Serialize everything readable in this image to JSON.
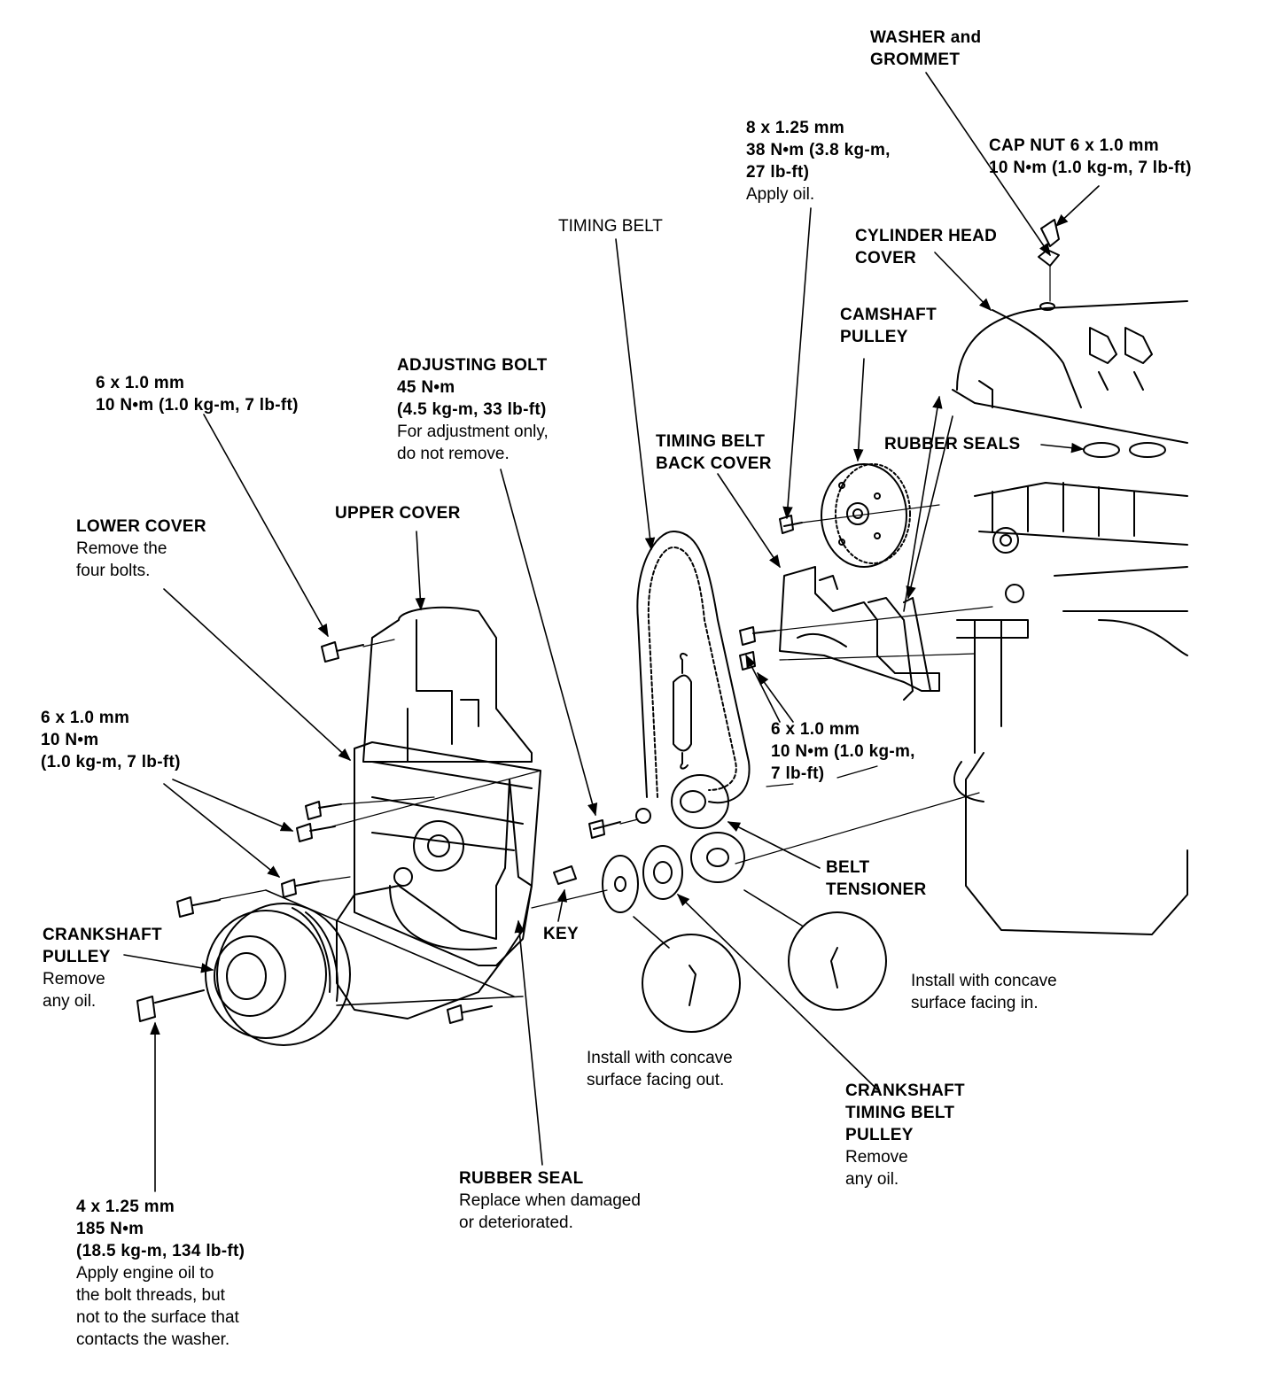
{
  "labels": {
    "washer_grommet": {
      "lines": [
        "WASHER and",
        "GROMMET"
      ]
    },
    "bolt_8x125": {
      "lines": [
        "8 x 1.25 mm",
        "38 N•m  (3.8 kg-m,",
        "27 lb-ft)"
      ],
      "note": [
        "Apply oil."
      ]
    },
    "cap_nut": {
      "lines": [
        "CAP NUT 6 x 1.0 mm",
        "10 N•m  (1.0 kg-m, 7 lb-ft)"
      ]
    },
    "timing_belt": {
      "note": [
        "TIMING BELT"
      ]
    },
    "cylinder_head_cover": {
      "lines": [
        "CYLINDER HEAD",
        "COVER"
      ]
    },
    "camshaft_pulley": {
      "lines": [
        "CAMSHAFT",
        "PULLEY"
      ]
    },
    "adjusting_bolt": {
      "lines": [
        "ADJUSTING BOLT",
        "45 N•m"
      ],
      "note": [
        "(4.5 kg-m, 33 lb-ft)",
        "For adjustment only,",
        "do not remove."
      ]
    },
    "bolt_6x10_top": {
      "lines": [
        "6 x 1.0 mm",
        "10 N•m (1.0 kg-m, 7 lb-ft)"
      ]
    },
    "timing_belt_back_cover": {
      "lines": [
        "TIMING BELT",
        "BACK COVER"
      ]
    },
    "rubber_seals": {
      "lines": [
        "RUBBER SEALS"
      ]
    },
    "lower_cover": {
      "lines": [
        "LOWER COVER"
      ],
      "note": [
        "Remove the",
        "four bolts."
      ]
    },
    "upper_cover": {
      "lines": [
        "UPPER COVER"
      ]
    },
    "bolt_6x10_left": {
      "lines": [
        "6 x 1.0 mm",
        "10 N•m",
        "(1.0 kg-m, 7 lb-ft)"
      ]
    },
    "bolt_6x10_right": {
      "lines": [
        "6 x 1.0 mm",
        "10 N•m (1.0 kg-m,",
        "7 lb-ft)"
      ]
    },
    "belt_tensioner": {
      "lines": [
        "BELT",
        "TENSIONER"
      ]
    },
    "crankshaft_pulley": {
      "lines": [
        "CRANKSHAFT",
        "PULLEY"
      ],
      "note": [
        "Remove",
        "any oil."
      ]
    },
    "key": {
      "lines": [
        "KEY"
      ]
    },
    "concave_in": {
      "note": [
        "Install with concave",
        "surface facing in."
      ]
    },
    "concave_out": {
      "note": [
        "Install with concave",
        "surface facing out."
      ]
    },
    "crank_timing_pulley": {
      "lines": [
        "CRANKSHAFT",
        "TIMING BELT",
        "PULLEY"
      ],
      "note": [
        "Remove",
        "any oil."
      ]
    },
    "rubber_seal": {
      "lines": [
        "RUBBER SEAL"
      ],
      "note": [
        "Replace when damaged",
        "or deteriorated."
      ]
    },
    "bolt_4x125": {
      "lines": [
        "4 x 1.25 mm",
        "185 N•m",
        "(18.5 kg-m, 134 lb-ft)"
      ],
      "note": [
        "Apply engine oil to",
        "the bolt threads, but",
        "not to the surface that",
        "contacts the washer."
      ]
    }
  }
}
